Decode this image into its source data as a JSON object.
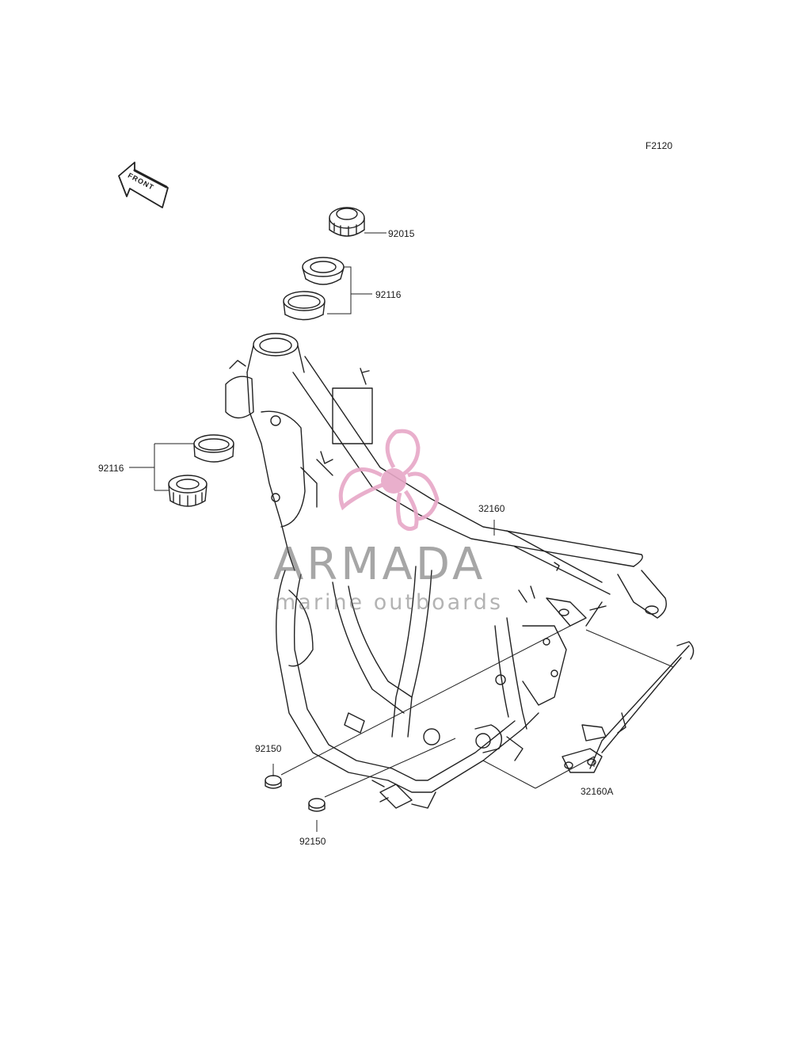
{
  "diagram": {
    "code": "F2120",
    "front_marker": "FRONT",
    "parts": [
      {
        "id": "p92015",
        "number": "92015"
      },
      {
        "id": "p92116a",
        "number": "92116"
      },
      {
        "id": "p92116b",
        "number": "92116"
      },
      {
        "id": "p32160",
        "number": "32160"
      },
      {
        "id": "p92150a",
        "number": "92150"
      },
      {
        "id": "p92150b",
        "number": "92150"
      },
      {
        "id": "p32160a",
        "number": "32160A"
      }
    ]
  },
  "watermark": {
    "brand": "ARMADA",
    "tagline": "marine outboards",
    "accent_color": "#e7a7c7"
  }
}
